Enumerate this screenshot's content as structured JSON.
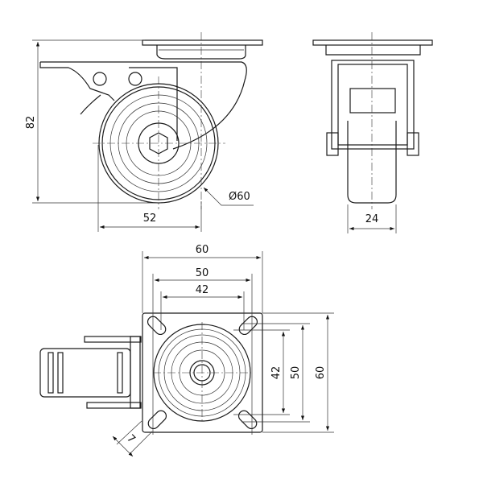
{
  "side_view": {
    "height_dim": "82",
    "offset_dim": "52",
    "diameter_dim": "Ø60"
  },
  "front_view": {
    "width_dim": "24"
  },
  "top_view": {
    "plate_width_dim": "60",
    "hole_outer_dim": "50",
    "hole_inner_dim": "42",
    "plate_height_dim": "60",
    "hole_outer_v_dim": "50",
    "hole_inner_v_dim": "42",
    "slot_width_dim": "7"
  }
}
